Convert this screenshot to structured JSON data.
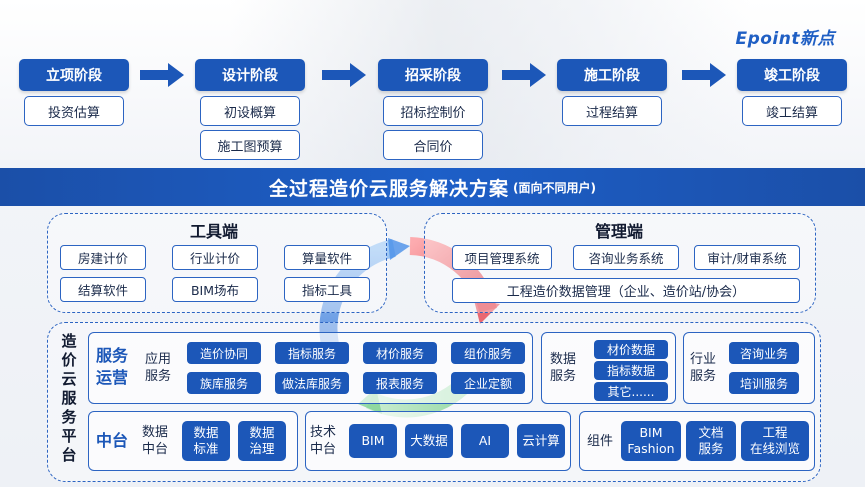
{
  "brand": {
    "logo": "Epoint新点"
  },
  "stages": [
    {
      "title": "立项阶段",
      "items": [
        "投资估算"
      ]
    },
    {
      "title": "设计阶段",
      "items": [
        "初设概算",
        "施工图预算"
      ]
    },
    {
      "title": "招采阶段",
      "items": [
        "招标控制价",
        "合同价"
      ]
    },
    {
      "title": "施工阶段",
      "items": [
        "过程结算"
      ]
    },
    {
      "title": "竣工阶段",
      "items": [
        "竣工结算"
      ]
    }
  ],
  "banner": {
    "title": "全过程造价云服务解决方案",
    "subtitle": "(面向不同用户)"
  },
  "tools_panel": {
    "title": "工具端",
    "items": [
      "房建计价",
      "行业计价",
      "算量软件",
      "结算软件",
      "BIM场布",
      "指标工具"
    ]
  },
  "management_panel": {
    "title": "管理端",
    "items": [
      "项目管理系统",
      "咨询业务系统",
      "审计/财审系统",
      "工程造价数据管理（企业、造价站/协会）"
    ]
  },
  "platform": {
    "title": [
      "造",
      "价",
      "云",
      "服",
      "务",
      "平",
      "台"
    ],
    "service_ops": {
      "label": [
        "服务",
        "运营"
      ],
      "app_label": [
        "应用",
        "服务"
      ],
      "app_services": [
        "造价协同",
        "指标服务",
        "材价服务",
        "组价服务",
        "族库服务",
        "做法库服务",
        "报表服务",
        "企业定额"
      ],
      "data_label": [
        "数据",
        "服务"
      ],
      "data_services": [
        "材价数据",
        "指标数据",
        "其它......"
      ],
      "industry_label": [
        "行业",
        "服务"
      ],
      "industry_services": [
        "咨询业务",
        "培训服务"
      ]
    },
    "middle": {
      "label": "中台",
      "data_label": [
        "数据",
        "中台"
      ],
      "data_items": [
        [
          "数据",
          "标准"
        ],
        [
          "数据",
          "治理"
        ]
      ],
      "tech_label": [
        "技术",
        "中台"
      ],
      "tech_items": [
        "BIM",
        "大数据",
        "AI",
        "云计算"
      ],
      "component_label": "组件",
      "component_items": [
        [
          "BIM",
          "Fashion"
        ],
        [
          "文档",
          "服务"
        ],
        [
          "工程",
          "在线浏览"
        ]
      ]
    }
  },
  "colors": {
    "primary": "#1c57b8",
    "border": "#2c64c2",
    "cycle_blue": "#4a8ee8",
    "cycle_red": "#e8505b"
  }
}
